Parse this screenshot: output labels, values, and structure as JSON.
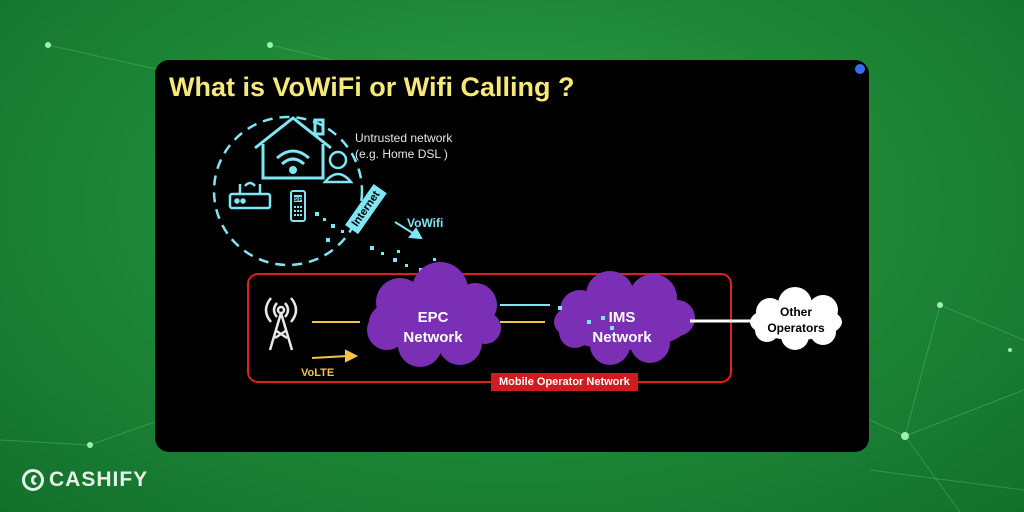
{
  "title": "What is VoWiFi or Wifi Calling ?",
  "untrusted_network": [
    "Untrusted network",
    "(e.g. Home DSL )"
  ],
  "internet_label": "Internet",
  "vowifi_label": "VoWifi",
  "volte_label": "VoLTE",
  "epc": [
    "EPC",
    "Network"
  ],
  "ims": [
    "IMS",
    "Network"
  ],
  "other_operators": [
    "Other",
    "Operators"
  ],
  "mobile_operator_network": "Mobile Operator Network",
  "sip_label": "SIP",
  "brand": "CASHIFY",
  "colors": {
    "title": "#f6e97a",
    "cyan": "#7fe6f4",
    "cloud_purple": "#7a2fb4",
    "operator_border": "#e02020",
    "volte_arrow": "#f3c24a",
    "background_green": "#1f8a39"
  }
}
